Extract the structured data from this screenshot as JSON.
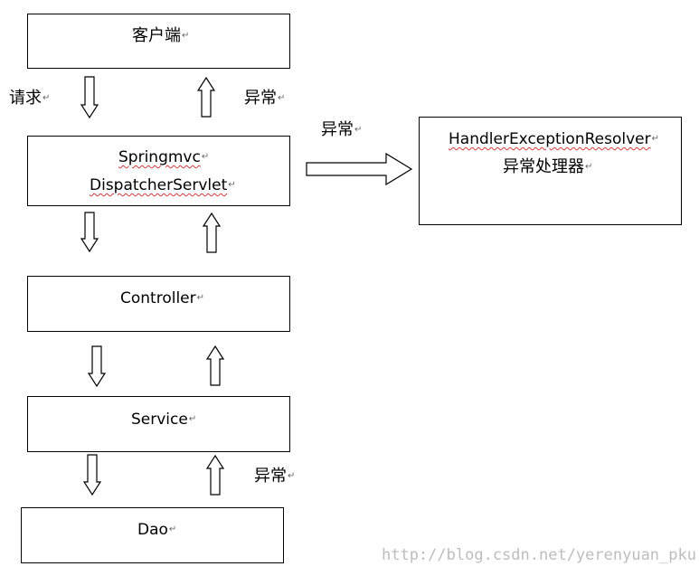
{
  "boxes": {
    "client": {
      "label": "客户端"
    },
    "dispatcher": {
      "line1": "Springmvc",
      "line2": "DispatcherServlet"
    },
    "controller": {
      "label": "Controller"
    },
    "service": {
      "label": "Service"
    },
    "dao": {
      "label": "Dao"
    },
    "resolver": {
      "line1": "HandlerExceptionResolver",
      "line2": "异常处理器"
    }
  },
  "labels": {
    "request": "请求",
    "exception_top": "异常",
    "exception_right": "异常",
    "exception_bottom": "异常"
  },
  "return_mark": "↵",
  "watermark": "http://blog.csdn.net/yerenyuan_pku"
}
